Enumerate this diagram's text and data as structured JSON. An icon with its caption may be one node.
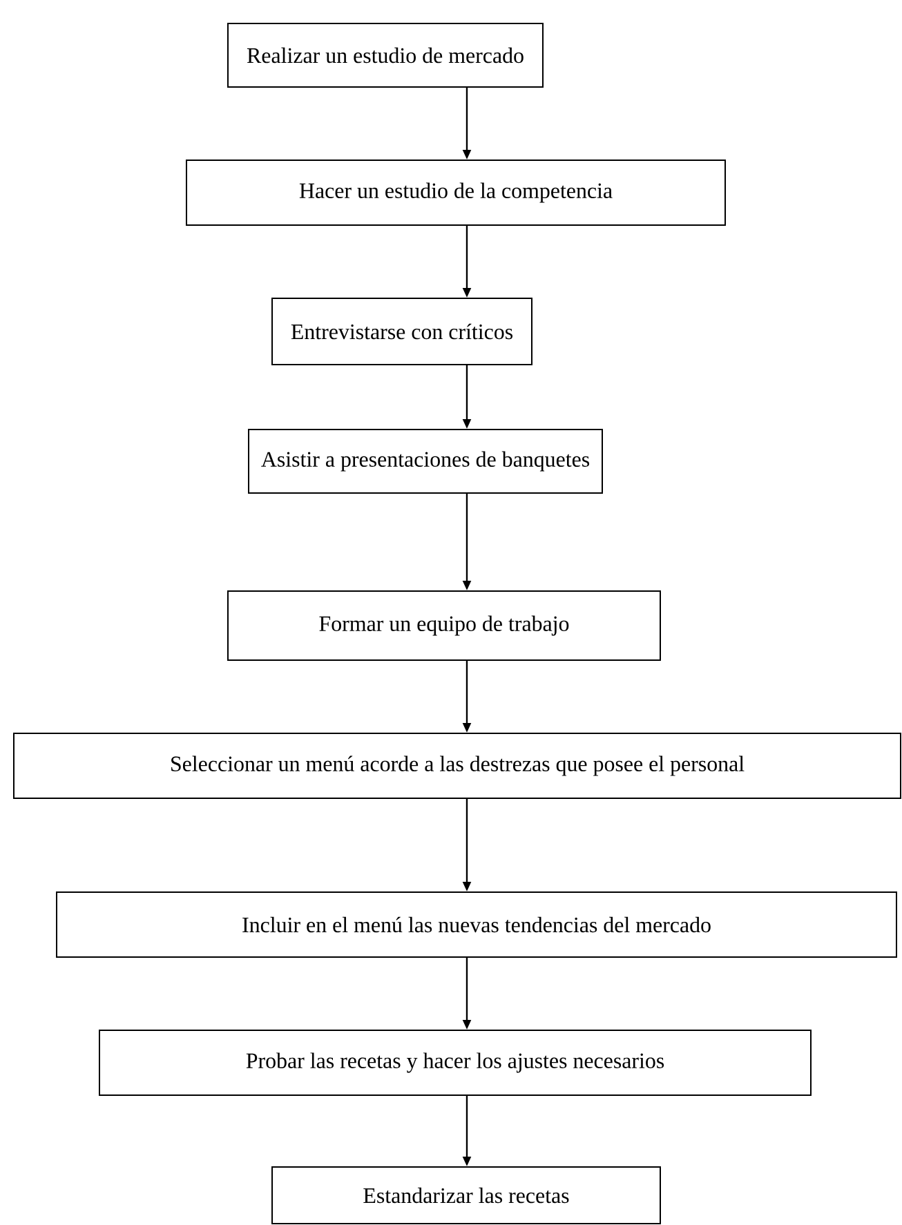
{
  "diagram": {
    "nodes": [
      {
        "text": [
          "Realizar un estudio de mercado"
        ]
      },
      {
        "text": [
          "Hacer un estudio de la  competencia"
        ]
      },
      {
        "text": [
          "Entrevistarse con críticos"
        ]
      },
      {
        "text": [
          "Asistir a presentaciones de banquetes"
        ]
      },
      {
        "text": [
          "Formar un equipo de trabajo"
        ]
      },
      {
        "text": [
          "Seleccionar un menú acorde a las destrezas que posee el personal"
        ]
      },
      {
        "text": [
          "Incluir en el menú las nuevas tendencias del mercado"
        ]
      },
      {
        "text": [
          "Probar las recetas y hacer los ajustes necesarios"
        ]
      },
      {
        "text": [
          "Estandarizar las recetas"
        ]
      }
    ],
    "edges": [
      {
        "from": 0,
        "to": 1,
        "arrow": "to"
      },
      {
        "from": 1,
        "to": 2,
        "arrow": "to"
      },
      {
        "from": 2,
        "to": 3,
        "arrow": "to"
      },
      {
        "from": 3,
        "to": 4,
        "arrow": "to"
      },
      {
        "from": 4,
        "to": 5,
        "arrow": "to"
      },
      {
        "from": 5,
        "to": 6,
        "arrow": "to"
      },
      {
        "from": 6,
        "to": 7,
        "arrow": "to"
      },
      {
        "from": 7,
        "to": 8,
        "arrow": "to"
      }
    ]
  }
}
